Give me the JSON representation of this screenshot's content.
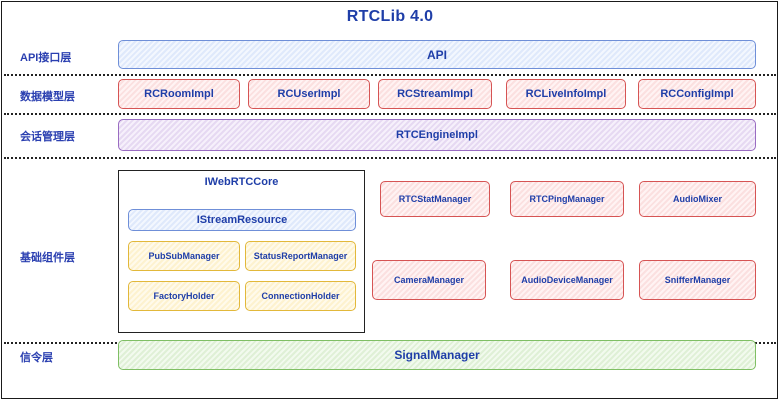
{
  "title": "RTCLib 4.0",
  "layers": {
    "api": "API接口层",
    "data_model": "数据模型层",
    "session": "会话管理层",
    "base": "基础组件层",
    "signal": "信令层"
  },
  "api_layer": {
    "api_box": "API"
  },
  "data_model_layer": {
    "boxes": [
      "RCRoomImpl",
      "RCUserImpl",
      "RCStreamImpl",
      "RCLiveInfoImpl",
      "RCConfigImpl"
    ]
  },
  "session_layer": {
    "engine": "RTCEngineImpl"
  },
  "base_layer": {
    "core_title": "IWebRTCCore",
    "stream_resource": "IStreamResource",
    "core_components": [
      "PubSubManager",
      "StatusReportManager",
      "FactoryHolder",
      "ConnectionHolder"
    ],
    "managers_row1": [
      "RTCStatManager",
      "RTCPingManager",
      "AudioMixer"
    ],
    "managers_row2": [
      "CameraManager",
      "AudioDeviceManager",
      "SnifferManager"
    ]
  },
  "signal_layer": {
    "signal": "SignalManager"
  },
  "colors": {
    "text": "#1f3ea8",
    "api": "#6f8fd8",
    "data_model": "#d65454",
    "session": "#9a6cc2",
    "core_component": "#e2b83a",
    "signal": "#7fbf64"
  }
}
